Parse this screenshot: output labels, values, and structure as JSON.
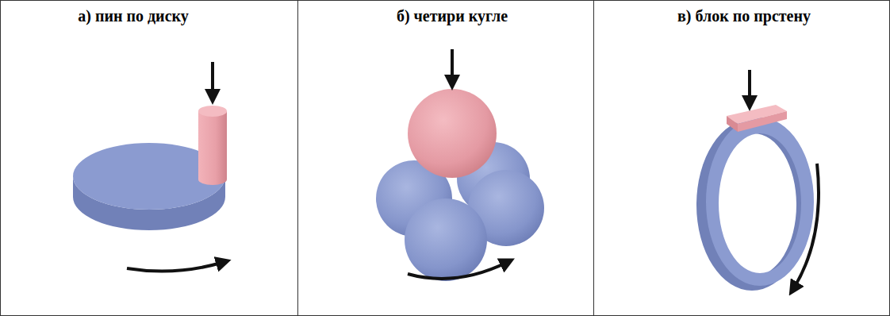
{
  "diagram": {
    "labels": [
      "а)  пин по диску",
      "б)  четири кугле",
      "в)  блок по прстену"
    ]
  }
}
